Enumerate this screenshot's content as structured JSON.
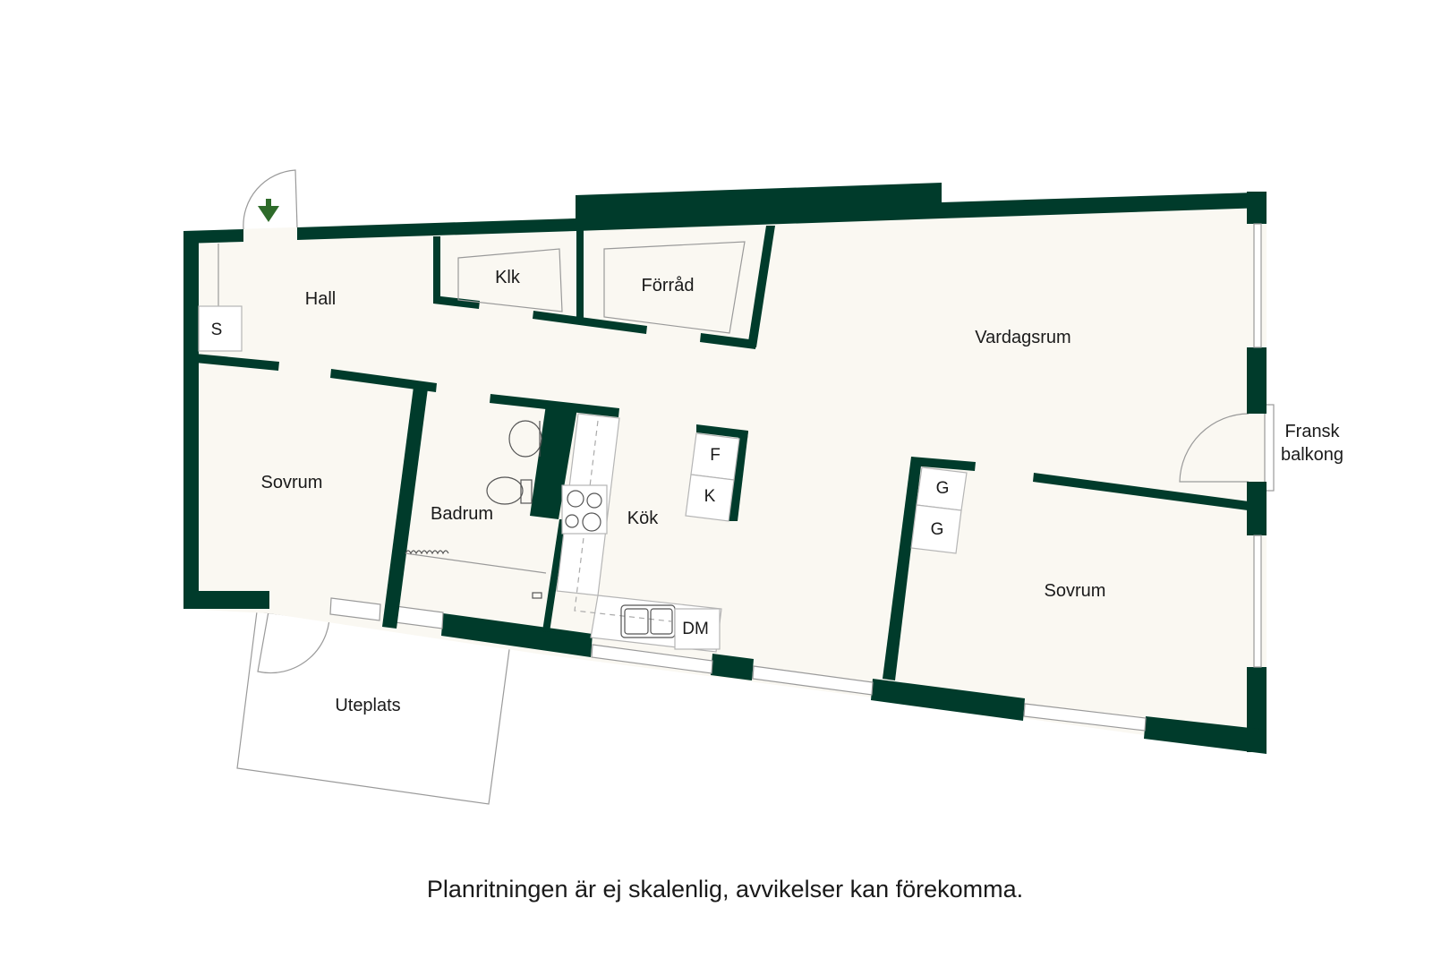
{
  "rooms": {
    "hall": "Hall",
    "klk": "Klk",
    "forrad": "Förråd",
    "vardagsrum": "Vardagsrum",
    "sovrum_left": "Sovrum",
    "badrum": "Badrum",
    "kok": "Kök",
    "sovrum_right": "Sovrum",
    "uteplats": "Uteplats",
    "fransk_balkong_line1": "Fransk",
    "fransk_balkong_line2": "balkong"
  },
  "fixtures": {
    "s": "S",
    "f": "F",
    "k": "K",
    "g1": "G",
    "g2": "G",
    "dm": "DM"
  },
  "disclaimer": "Planritningen är ej skalenlig, avvikelser kan förekomma.",
  "colors": {
    "wall": "#003b2b",
    "floor": "#faf8f2",
    "entrance_arrow": "#2e6b2a"
  }
}
